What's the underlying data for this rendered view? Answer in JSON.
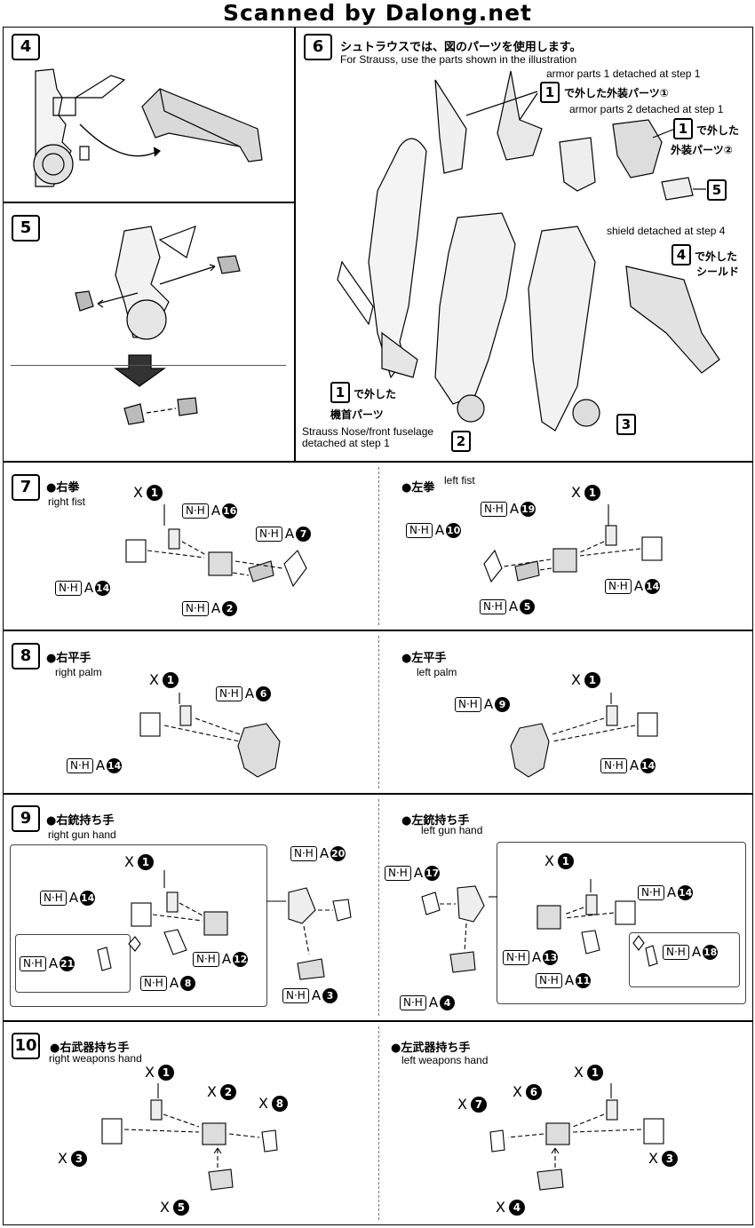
{
  "header": {
    "title": "Scanned by Dalong.net"
  },
  "steps": {
    "s4": {
      "num": "4"
    },
    "s5": {
      "num": "5"
    },
    "s6": {
      "num": "6",
      "title_jp": "シュトラウスでは、図のパーツを使用します。",
      "title_en": "For Strauss, use the parts shown in the illustration",
      "armor1_en": "armor parts 1 detached at step 1",
      "armor1_ref": "1",
      "armor1_jp": "で外した外装パーツ①",
      "armor2_en": "armor parts 2 detached at step 1",
      "armor2_ref": "1",
      "armor2_jp1": "で外した",
      "armor2_jp2": "外装パーツ②",
      "part5_ref": "5",
      "shield_en": "shield detached at step 4",
      "shield_ref": "4",
      "shield_jp1": "で外した",
      "shield_jp2": "シールド",
      "nose_ref": "1",
      "nose_jp1": "で外した",
      "nose_jp2": "機首パーツ",
      "nose_en": "Strauss Nose/front fuselage detached at step 1",
      "ref2": "2",
      "ref3": "3"
    },
    "s7": {
      "num": "7",
      "right_jp": "●右拳",
      "right_en": "right fist",
      "left_jp": "●左拳",
      "left_en": "left fist",
      "nh": "N·H",
      "a": "A",
      "x": "X",
      "r_x": "1",
      "r_top": "16",
      "r_side": "7",
      "r_left": "14",
      "r_bottom": "2",
      "l_x": "1",
      "l_top": "19",
      "l_side": "10",
      "l_right": "14",
      "l_bottom": "5"
    },
    "s8": {
      "num": "8",
      "right_jp": "●右平手",
      "right_en": "right palm",
      "left_jp": "●左平手",
      "left_en": "left palm",
      "r_x": "1",
      "r_top": "6",
      "r_left": "14",
      "l_x": "1",
      "l_top": "9",
      "l_right": "14"
    },
    "s9": {
      "num": "9",
      "right_jp": "●右銃持ち手",
      "right_en": "right gun hand",
      "left_jp": "●左銃持ち手",
      "left_en": "left gun hand",
      "r_x": "1",
      "r_14": "14",
      "r_12": "12",
      "r_8": "8",
      "r_21": "21",
      "r_20": "20",
      "r_3": "3",
      "l_x": "1",
      "l_17": "17",
      "l_14": "14",
      "l_13": "13",
      "l_11": "11",
      "l_18": "18",
      "l_4": "4"
    },
    "s10": {
      "num": "10",
      "right_jp": "●右武器持ち手",
      "right_en": "right weapons hand",
      "left_jp": "●左武器持ち手",
      "left_en": "left weapons hand",
      "r_1": "1",
      "r_2": "2",
      "r_8": "8",
      "r_3": "3",
      "r_5": "5",
      "l_1": "1",
      "l_6": "6",
      "l_7": "7",
      "l_3": "3",
      "l_4": "4"
    }
  }
}
